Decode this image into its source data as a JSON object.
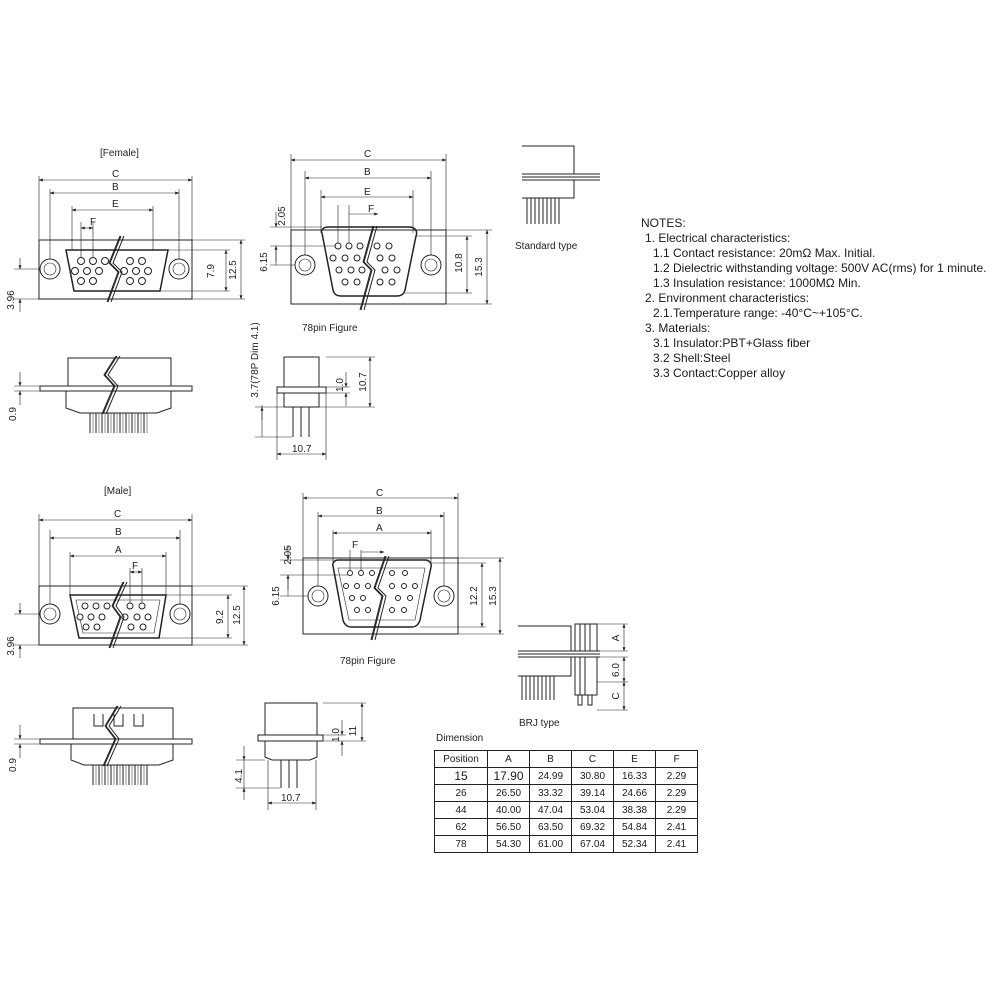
{
  "sections": {
    "female_label": "[Female]",
    "male_label": "[Male]",
    "fig78_female": "78pin Figure",
    "fig78_male": "78pin Figure",
    "standard_type": "Standard type",
    "brj_type": "BRJ type"
  },
  "labels": {
    "C": "C",
    "B": "B",
    "E": "E",
    "F": "F",
    "A": "A",
    "d_3_96": "3.96",
    "d_7_9": "7.9",
    "d_12_5": "12.5",
    "d_2_05": "2.05",
    "d_6_15": "6.15",
    "d_10_8": "10.8",
    "d_15_3": "15.3",
    "d_0_9": "0.9",
    "d_3_7_78p": "3.7(78P Dim 4.1)",
    "d_1_0": "1.0",
    "d_10_7": "10.7",
    "d_9_2": "9.2",
    "d_12_2": "12.2",
    "d_11": "11",
    "d_4_1": "4.1",
    "d_6_0": "6.0"
  },
  "notes": {
    "title": "NOTES:",
    "items": [
      {
        "level": 1,
        "text": "1. Electrical characteristics:"
      },
      {
        "level": 2,
        "text": "1.1 Contact resistance: 20mΩ Max. Initial."
      },
      {
        "level": 2,
        "text": "1.2 Dielectric withstanding voltage: 500V AC(rms) for 1 minute."
      },
      {
        "level": 2,
        "text": "1.3 Insulation resistance: 1000MΩ Min."
      },
      {
        "level": 1,
        "text": "2. Environment characteristics:"
      },
      {
        "level": 2,
        "text": "2.1.Temperature range: -40°C~+105°C."
      },
      {
        "level": 1,
        "text": "3. Materials:"
      },
      {
        "level": 2,
        "text": "3.1 Insulator:PBT+Glass fiber"
      },
      {
        "level": 2,
        "text": "3.2 Shell:Steel"
      },
      {
        "level": 2,
        "text": "3.3 Contact:Copper alloy"
      }
    ]
  },
  "dimension_table": {
    "title": "Dimension",
    "headers": [
      "Position",
      "A",
      "B",
      "C",
      "E",
      "F"
    ],
    "rows": [
      [
        "15",
        "17.90",
        "24.99",
        "30.80",
        "16.33",
        "2.29"
      ],
      [
        "26",
        "26.50",
        "33.32",
        "39.14",
        "24.66",
        "2.29"
      ],
      [
        "44",
        "40.00",
        "47.04",
        "53.04",
        "38.38",
        "2.29"
      ],
      [
        "62",
        "56.50",
        "63.50",
        "69.32",
        "54.84",
        "2.41"
      ],
      [
        "78",
        "54.30",
        "61.00",
        "67.04",
        "52.34",
        "2.41"
      ]
    ]
  }
}
